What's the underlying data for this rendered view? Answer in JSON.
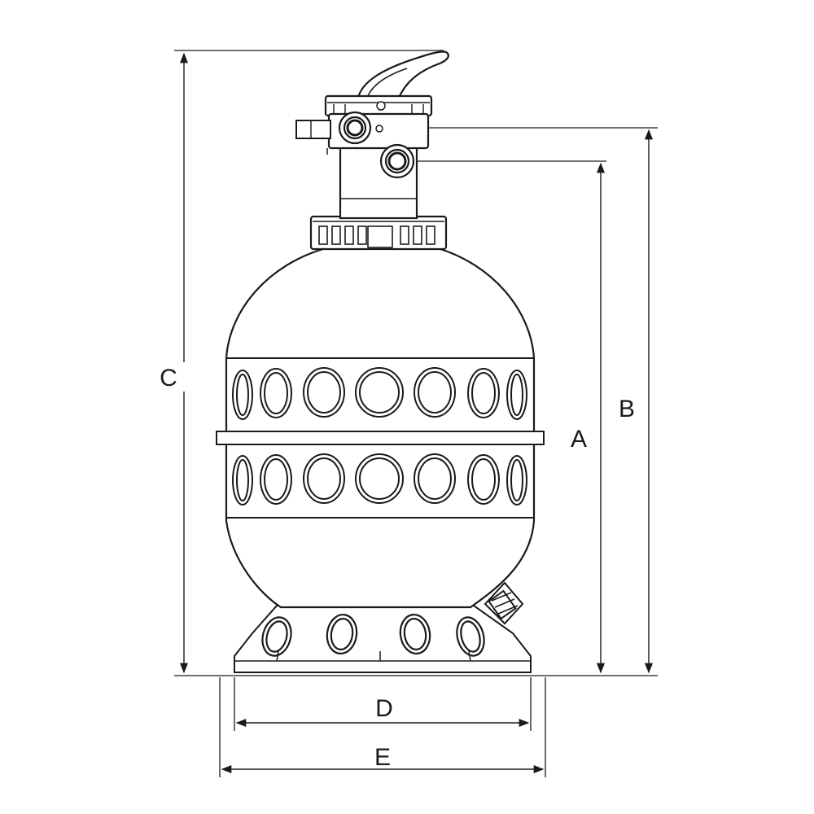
{
  "diagram": {
    "kind": "sand filter dimension drawing",
    "line_color": "#1a1a1a",
    "background": "#ffffff",
    "dimensions": {
      "a": {
        "label": "A"
      },
      "b": {
        "label": "B"
      },
      "c": {
        "label": "C"
      },
      "d": {
        "label": "D"
      },
      "e": {
        "label": "E"
      }
    }
  }
}
